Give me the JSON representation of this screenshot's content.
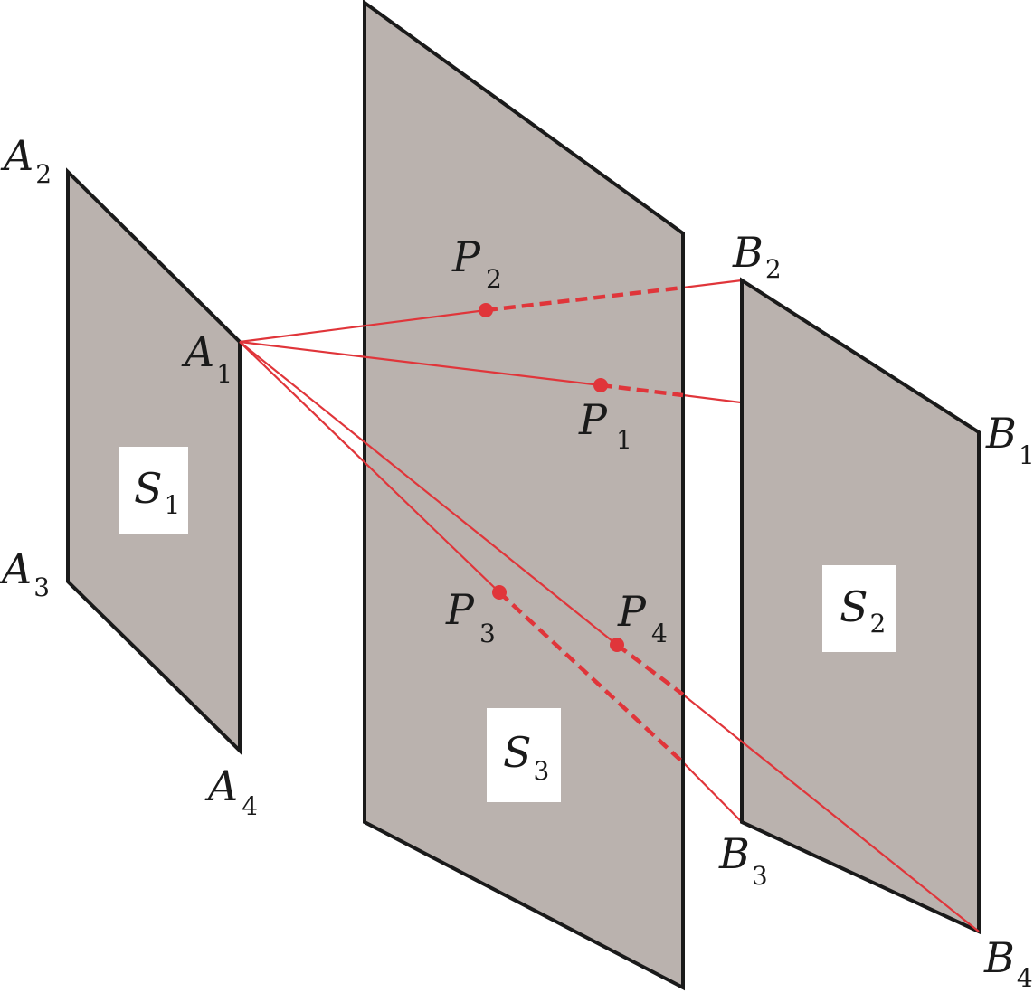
{
  "colors": {
    "plane_fill": "#bab2ae",
    "edge": "#1a1a1a",
    "ray": "#e0353a"
  },
  "labels": {
    "A2": {
      "main": "A",
      "sub": "2"
    },
    "A1": {
      "main": "A",
      "sub": "1"
    },
    "A3": {
      "main": "A",
      "sub": "3"
    },
    "A4": {
      "main": "A",
      "sub": "4"
    },
    "B2": {
      "main": "B",
      "sub": "2"
    },
    "B1": {
      "main": "B",
      "sub": "1"
    },
    "B3": {
      "main": "B",
      "sub": "3"
    },
    "B4": {
      "main": "B",
      "sub": "4"
    },
    "P2": {
      "main": "P",
      "sub": "2"
    },
    "P1": {
      "main": "P",
      "sub": "1"
    },
    "P3": {
      "main": "P",
      "sub": "3"
    },
    "P4": {
      "main": "P",
      "sub": "4"
    },
    "S1": {
      "main": "S",
      "sub": "1"
    },
    "S2": {
      "main": "S",
      "sub": "2"
    },
    "S3": {
      "main": "S",
      "sub": "3"
    }
  }
}
